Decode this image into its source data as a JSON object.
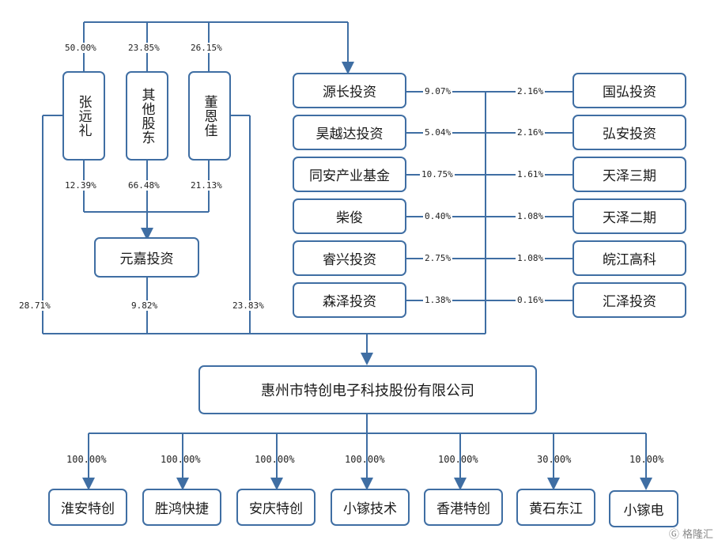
{
  "people": [
    {
      "name": "张远礼",
      "pct_top": "50.00%",
      "pct_bottom": "12.39%",
      "pct_company": "28.71%"
    },
    {
      "name": "其他股东",
      "pct_top": "23.85%",
      "pct_bottom": "66.48%"
    },
    {
      "name": "董恩佳",
      "pct_top": "26.15%",
      "pct_bottom": "21.13%",
      "pct_company": "23.83%"
    }
  ],
  "yuanjia": {
    "name": "元嘉投资",
    "pct_company": "9.82%"
  },
  "left_investors": [
    {
      "name": "源长投资",
      "pct": "9.07%"
    },
    {
      "name": "昊越达投资",
      "pct": "5.04%"
    },
    {
      "name": "同安产业基金",
      "pct": "10.75%"
    },
    {
      "name": "柴俊",
      "pct": "0.40%"
    },
    {
      "name": "睿兴投资",
      "pct": "2.75%"
    },
    {
      "name": "森泽投资",
      "pct": "1.38%"
    }
  ],
  "right_investors": [
    {
      "name": "国弘投资",
      "pct": "2.16%"
    },
    {
      "name": "弘安投资",
      "pct": "2.16%"
    },
    {
      "name": "天泽三期",
      "pct": "1.61%"
    },
    {
      "name": "天泽二期",
      "pct": "1.08%"
    },
    {
      "name": "皖江高科",
      "pct": "1.08%"
    },
    {
      "name": "汇泽投资",
      "pct": "0.16%"
    }
  ],
  "company": {
    "name": "惠州市特创电子科技股份有限公司"
  },
  "subsidiaries": [
    {
      "name": "淮安特创",
      "pct": "100.00%"
    },
    {
      "name": "胜鸿快捷",
      "pct": "100.00%"
    },
    {
      "name": "安庆特创",
      "pct": "100.00%"
    },
    {
      "name": "小镓技术",
      "pct": "100.00%"
    },
    {
      "name": "香港特创",
      "pct": "100.00%"
    },
    {
      "name": "黄石东江",
      "pct": "30.00%"
    },
    {
      "name": "小镓电",
      "pct": "10.00%"
    }
  ],
  "watermark": "格隆汇",
  "colors": {
    "line": "#3f6ea3",
    "border": "#3f6ea3"
  }
}
